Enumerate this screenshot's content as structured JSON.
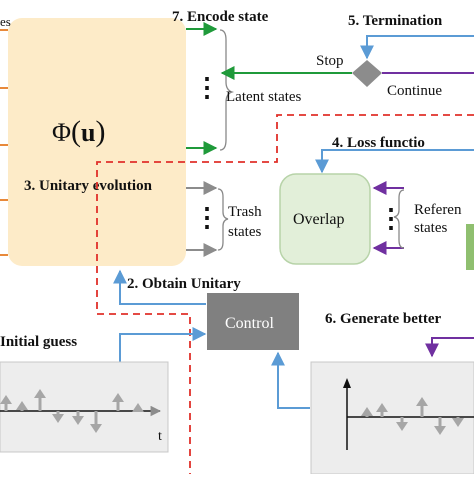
{
  "steps": {
    "s7": "7. Encode state",
    "s5": "5. Termination",
    "s4": "4. Loss functio",
    "s3": "3. Unitary evolution",
    "s2": "2. Obtain Unitary",
    "s6": "6. Generate better",
    "s1": "Initial guess"
  },
  "unitary": {
    "phi_symbol": "Φ",
    "argument": "u",
    "paren_open": "(",
    "paren_close": ")"
  },
  "labels": {
    "es": "es",
    "stop": "Stop",
    "continue": "Continue",
    "latent_states": "Latent states",
    "trash": "Trash",
    "trash_states": "states",
    "overlap": "Overlap",
    "reference": "Referen",
    "reference_states": "states",
    "control": "Control",
    "t_axis": "t",
    "ellipsis": "⋮"
  },
  "colors": {
    "green": "#1f9a3a",
    "blue": "#5b9bd5",
    "purple": "#7030a0",
    "red_dashed": "#e0302a",
    "gray": "#8c8c8c",
    "unitary_fill": "#fdebc8",
    "overlap_fill": "#e2efd9",
    "control_fill": "#808080",
    "signal_bg": "#ededed"
  }
}
